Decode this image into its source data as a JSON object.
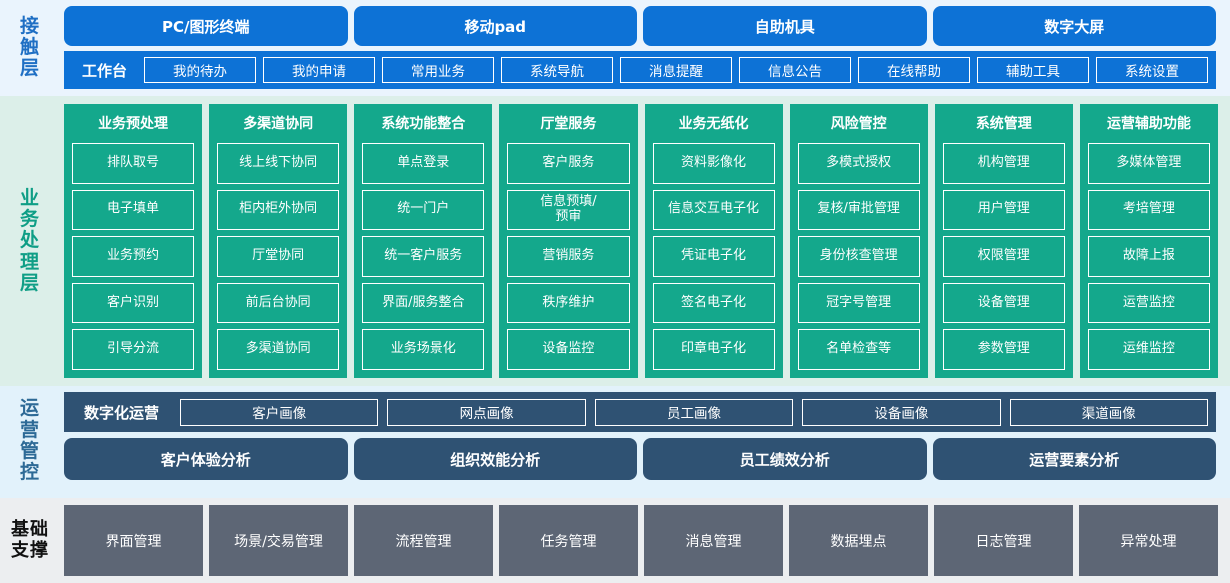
{
  "layers": {
    "contact": {
      "label": "接触层",
      "label_chars": [
        "接",
        "触",
        "层"
      ],
      "terminals": [
        "PC/图形终端",
        "移动pad",
        "自助机具",
        "数字大屏"
      ],
      "nav_title": "工作台",
      "nav_items": [
        "我的待办",
        "我的申请",
        "常用业务",
        "系统导航",
        "消息提醒",
        "信息公告",
        "在线帮助",
        "辅助工具",
        "系统设置"
      ],
      "color": "#0d72d6",
      "bg": "#eaf4fd"
    },
    "business": {
      "label": "业务处理层",
      "label_chars": [
        "业",
        "务",
        "处",
        "理",
        "层"
      ],
      "color": "#14a88c",
      "bg": "#dcefe9",
      "columns": [
        {
          "title": "业务预处理",
          "items": [
            "排队取号",
            "电子填单",
            "业务预约",
            "客户识别",
            "引导分流"
          ]
        },
        {
          "title": "多渠道协同",
          "items": [
            "线上线下协同",
            "柜内柜外协同",
            "厅堂协同",
            "前后台协同",
            "多渠道协同"
          ]
        },
        {
          "title": "系统功能整合",
          "items": [
            "单点登录",
            "统一门户",
            "统一客户服务",
            "界面/服务整合",
            "业务场景化"
          ]
        },
        {
          "title": "厅堂服务",
          "items": [
            "客户服务",
            "信息预填/\n预审",
            "营销服务",
            "秩序维护",
            "设备监控"
          ]
        },
        {
          "title": "业务无纸化",
          "items": [
            "资料影像化",
            "信息交互电子化",
            "凭证电子化",
            "签名电子化",
            "印章电子化"
          ]
        },
        {
          "title": "风险管控",
          "items": [
            "多模式授权",
            "复核/审批管理",
            "身份核查管理",
            "冠字号管理",
            "名单检查等"
          ]
        },
        {
          "title": "系统管理",
          "items": [
            "机构管理",
            "用户管理",
            "权限管理",
            "设备管理",
            "参数管理"
          ]
        },
        {
          "title": "运营辅助功能",
          "items": [
            "多媒体管理",
            "考培管理",
            "故障上报",
            "运营监控",
            "运维监控"
          ]
        }
      ]
    },
    "operations": {
      "label": "运营管控",
      "label_chars": [
        "运",
        "营",
        "管",
        "控"
      ],
      "color": "#2f5273",
      "bg": "#e2f2fb",
      "row_title": "数字化运营",
      "portraits": [
        "客户画像",
        "网点画像",
        "员工画像",
        "设备画像",
        "渠道画像"
      ],
      "analyses": [
        "客户体验分析",
        "组织效能分析",
        "员工绩效分析",
        "运营要素分析"
      ]
    },
    "foundation": {
      "label": "基础支撑",
      "label_lines": [
        "基础",
        "支撑"
      ],
      "color": "#5d6675",
      "bg": "#eceef0",
      "items": [
        "界面管理",
        "场景/交易管理",
        "流程管理",
        "任务管理",
        "消息管理",
        "数据埋点",
        "日志管理",
        "异常处理"
      ]
    }
  }
}
